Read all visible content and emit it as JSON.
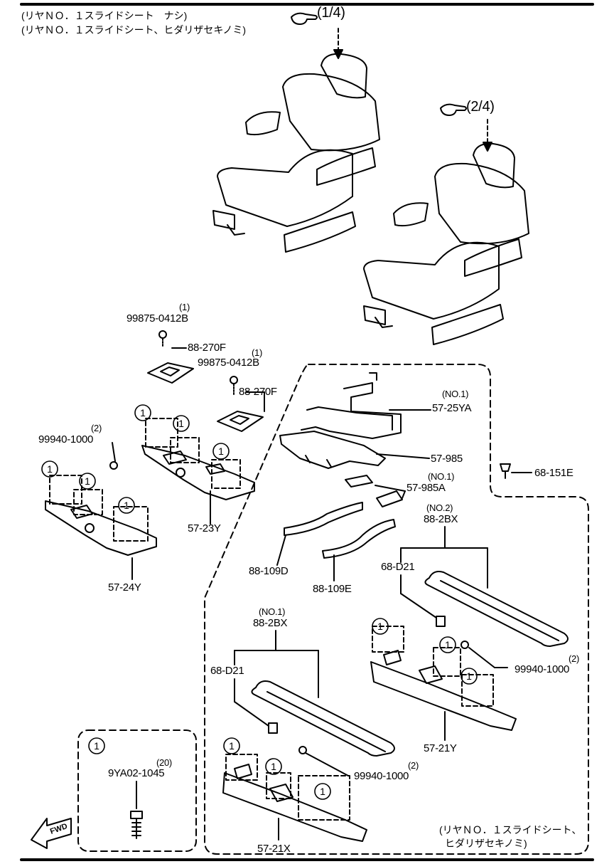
{
  "header_notes": [
    "(リヤＮＯ．１スライドシート　ナシ)",
    "(リヤＮＯ．１スライドシート、ヒダリザセキノミ)"
  ],
  "footer_note": [
    "(リヤＮＯ．１スライドシート、",
    "ヒダリザセキノミ)"
  ],
  "references": [
    "(1/4)",
    "(2/4)"
  ],
  "fwd_label": "FWD",
  "legend_box": {
    "marker": "1",
    "part": "9YA02-1045",
    "qty": "(20)"
  },
  "callout_marker": "1",
  "parts": [
    {
      "id": "99875-0412B",
      "qty": "(1)"
    },
    {
      "id": "88-270F"
    },
    {
      "id": "99875-0412B",
      "qty": "(1)"
    },
    {
      "id": "88-270F"
    },
    {
      "id": "99940-1000",
      "qty": "(2)"
    },
    {
      "id": "57-23Y"
    },
    {
      "id": "57-24Y"
    },
    {
      "id": "57-25YA",
      "qty": "(NO.1)"
    },
    {
      "id": "57-985"
    },
    {
      "id": "57-985A",
      "qty": "(NO.1)"
    },
    {
      "id": "88-2BX",
      "qty": "(NO.2)"
    },
    {
      "id": "68-D21"
    },
    {
      "id": "88-109D"
    },
    {
      "id": "88-109E"
    },
    {
      "id": "68-151E"
    },
    {
      "id": "99940-1000",
      "qty": "(2)"
    },
    {
      "id": "57-21Y"
    },
    {
      "id": "88-2BX",
      "qty": "(NO.1)"
    },
    {
      "id": "68-D21"
    },
    {
      "id": "99940-1000",
      "qty": "(2)"
    },
    {
      "id": "57-21X"
    }
  ]
}
